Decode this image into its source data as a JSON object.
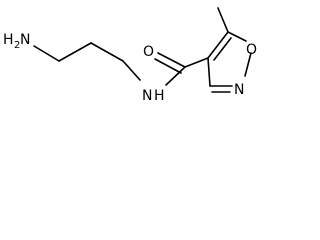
{
  "molecule": {
    "atoms": {
      "amine_h": "H",
      "amine_sub": "2",
      "amine_n": "N",
      "amide_n": "N",
      "amide_h": "H",
      "carbonyl_o": "O",
      "ring_o": "O",
      "ring_n": "N"
    }
  }
}
